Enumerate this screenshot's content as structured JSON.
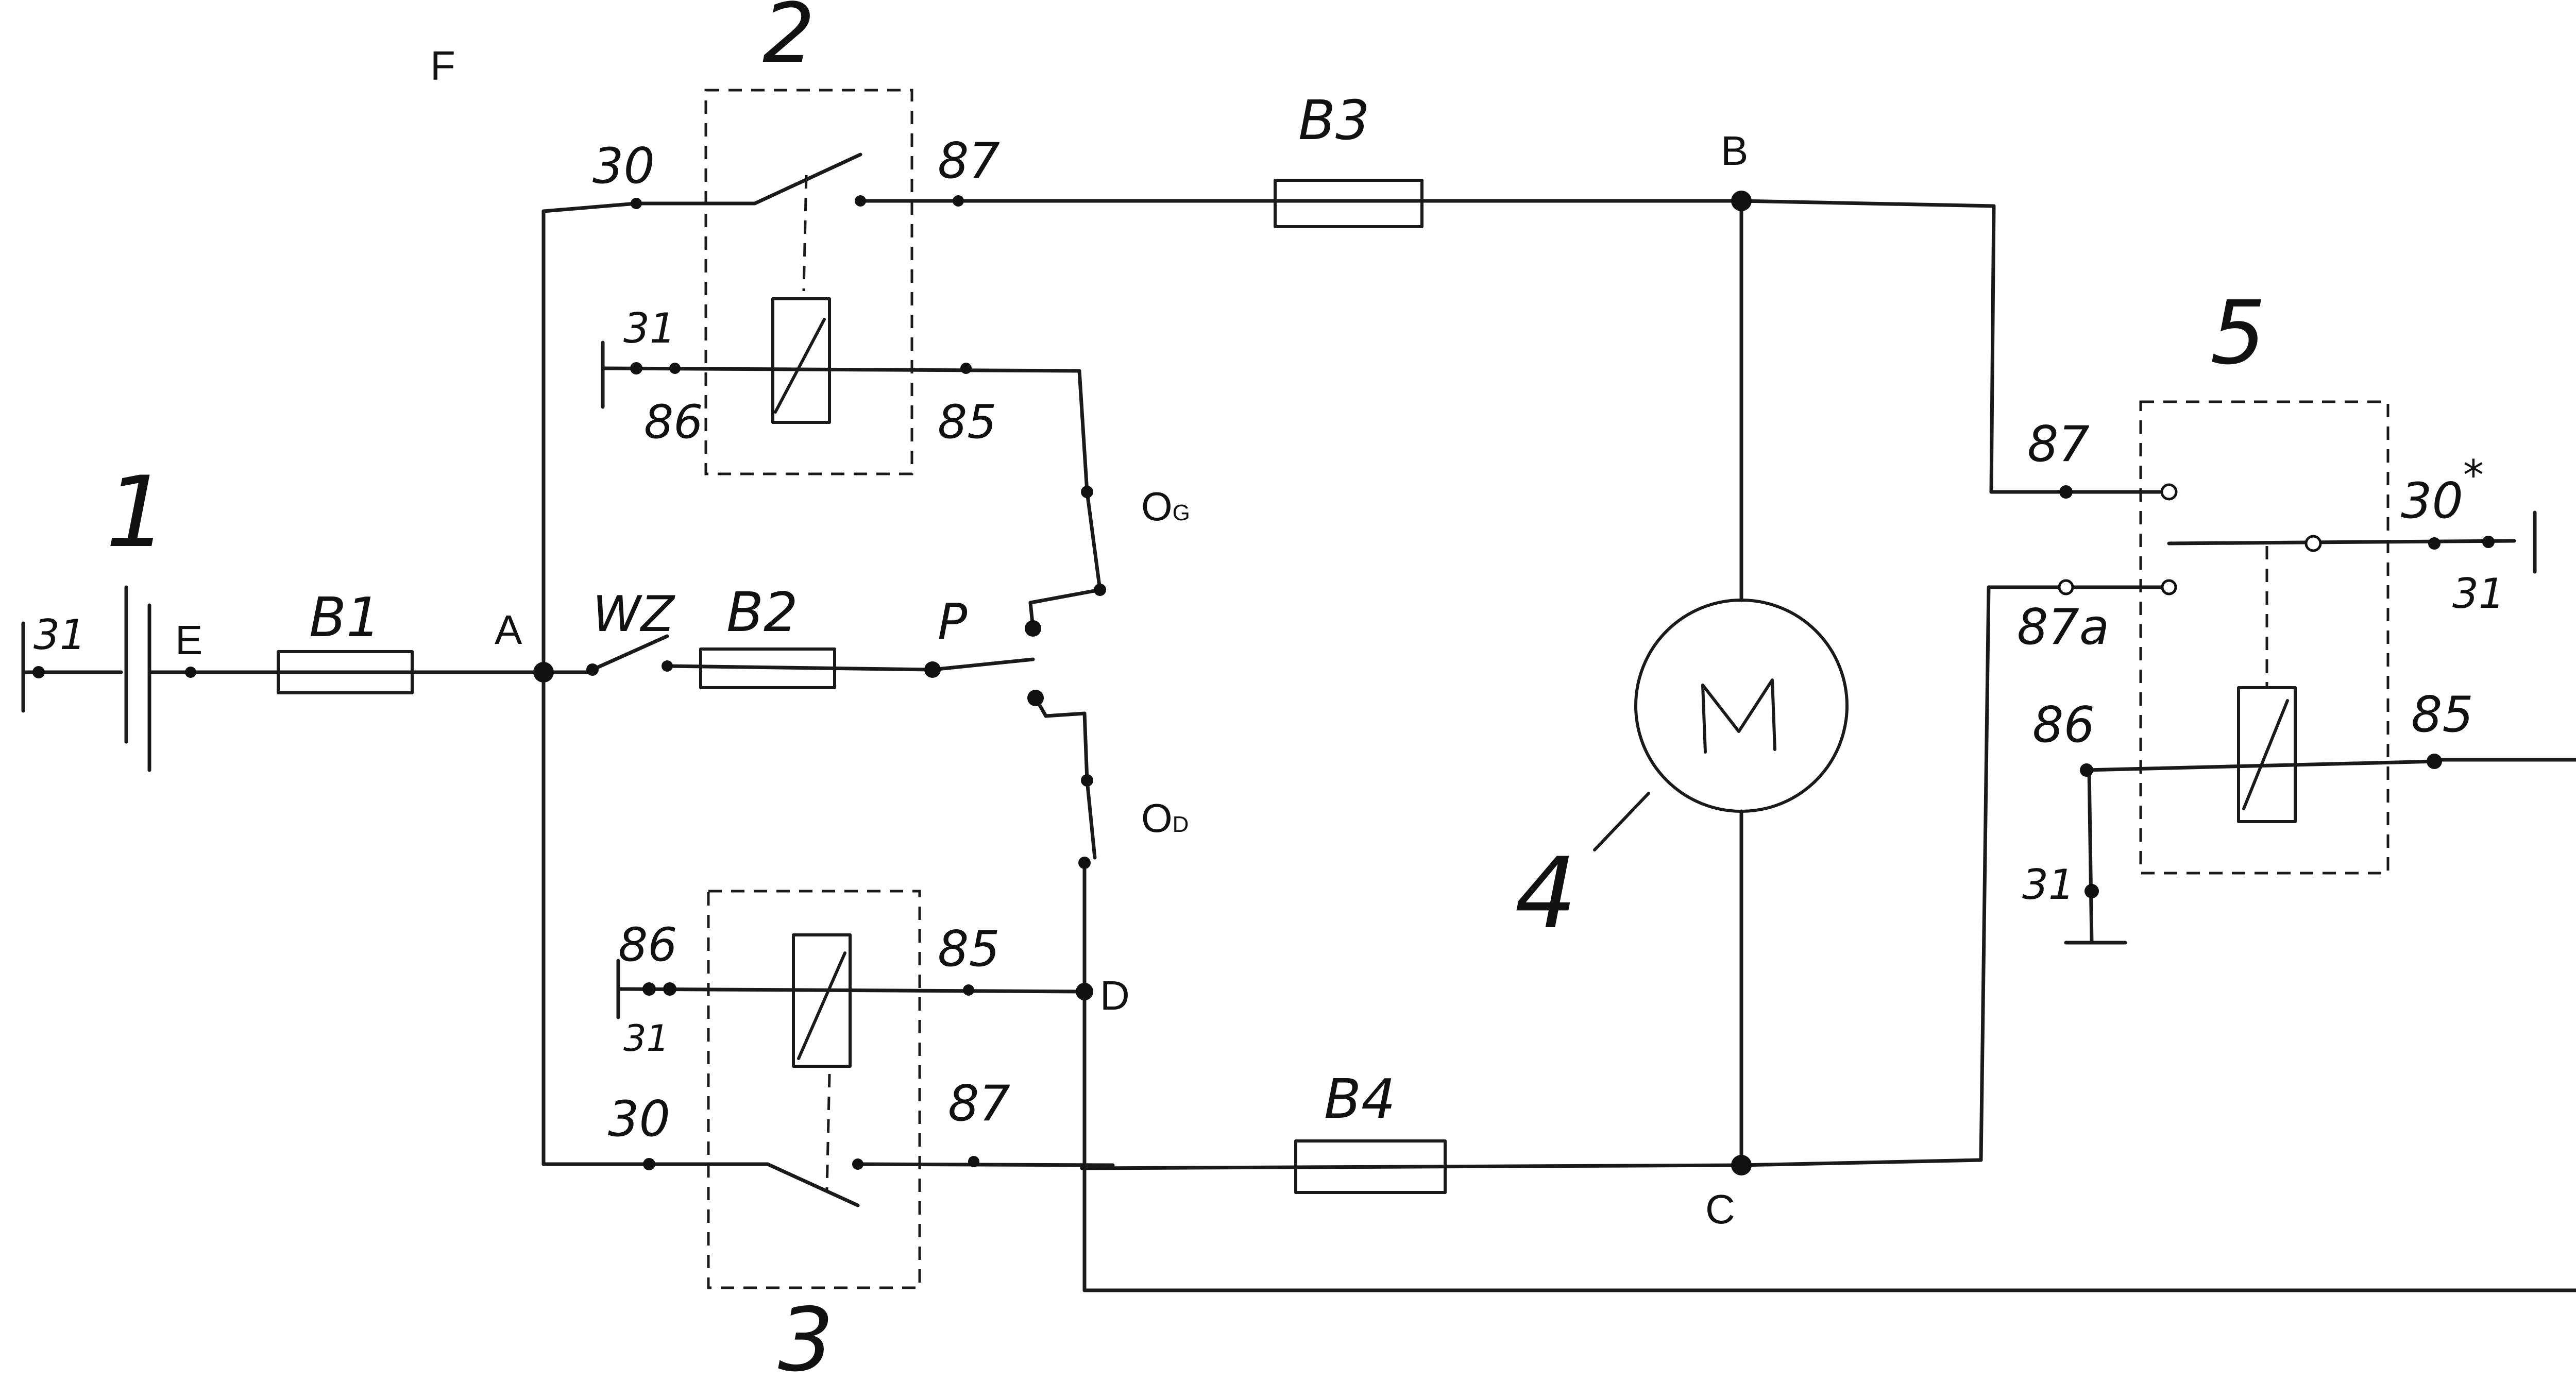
{
  "title": "F",
  "components": {
    "battery": "1",
    "relay_left_top": "2",
    "relay_left_bottom": "3",
    "motor": "4",
    "relay_right": "5"
  },
  "nodes": {
    "E": "E",
    "A": "A",
    "P": "P",
    "B": "B",
    "C": "C",
    "D": "D"
  },
  "fuses": {
    "b1": "B1",
    "b2": "B2",
    "b3": "B3",
    "b4": "B4"
  },
  "switches": {
    "wz": "WZ",
    "og_main": "O",
    "og_sub": "G",
    "od_main": "O",
    "od_sub": "D"
  },
  "motor_symbol": "M",
  "terminals": {
    "battery_ground": "31",
    "relay2_30": "30",
    "relay2_87": "87",
    "relay2_31": "31",
    "relay2_86": "86",
    "relay2_85": "85",
    "relay3_86": "86",
    "relay3_31": "31",
    "relay3_85": "85",
    "relay3_30": "30",
    "relay3_87": "87",
    "relay5_87": "87",
    "relay5_87a": "87a",
    "relay5_30": "30",
    "relay5_30_mark": "*",
    "relay5_31_top": "31",
    "relay5_86": "86",
    "relay5_85": "85",
    "relay5_31_bottom": "31"
  }
}
